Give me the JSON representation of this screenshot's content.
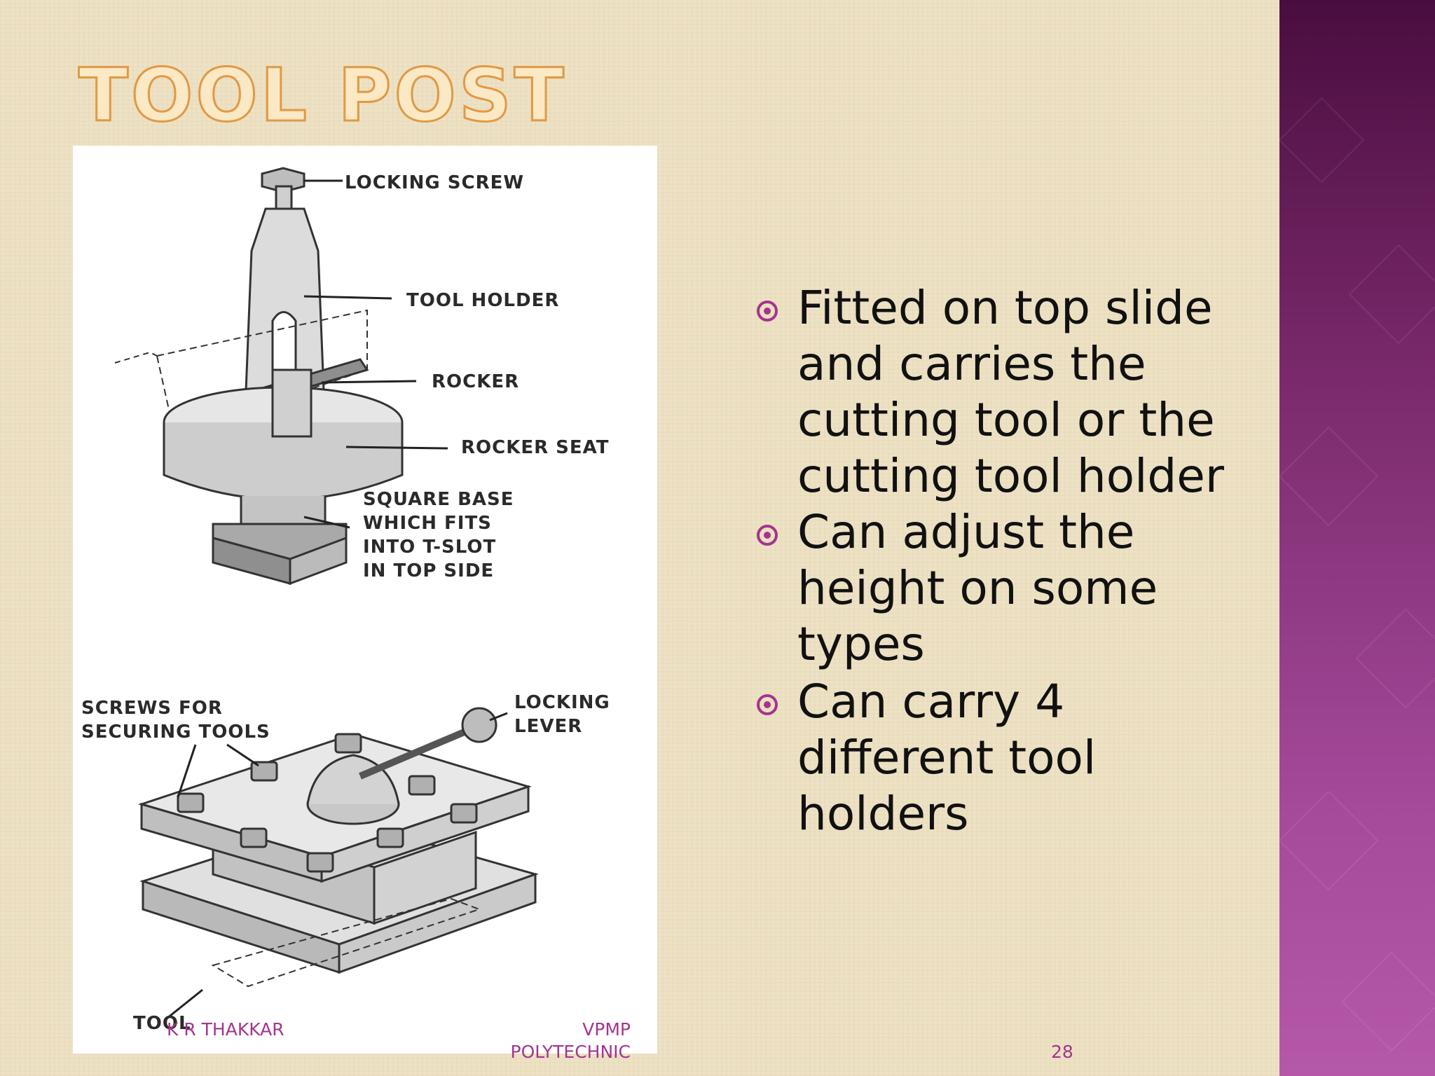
{
  "slide": {
    "title": "TOOL POST",
    "bullets": [
      "Fitted on top slide and carries the cutting tool or the cutting tool holder",
      "Can adjust the height on some types",
      "Can carry 4 different tool holders"
    ],
    "footer": {
      "author": "K R THAKKAR",
      "institute": "VPMP POLYTECHNIC",
      "page_number": "28"
    }
  },
  "figure": {
    "labels": {
      "locking_screw": "LOCKING SCREW",
      "tool_holder": "TOOL HOLDER",
      "rocker": "ROCKER",
      "rocker_seat": "ROCKER SEAT",
      "square_base": "SQUARE BASE\nWHICH FITS\nINTO T-SLOT\nIN TOP SIDE",
      "screws": "SCREWS FOR\nSECURING TOOLS",
      "locking_lever": "LOCKING\nLEVER",
      "tool": "TOOL"
    }
  },
  "colors": {
    "accent": "#a3358f",
    "title_outline": "#e09a45",
    "background": "#eee2c5",
    "side_band_top": "#4a0d3f",
    "side_band_bottom": "#b558aa"
  }
}
